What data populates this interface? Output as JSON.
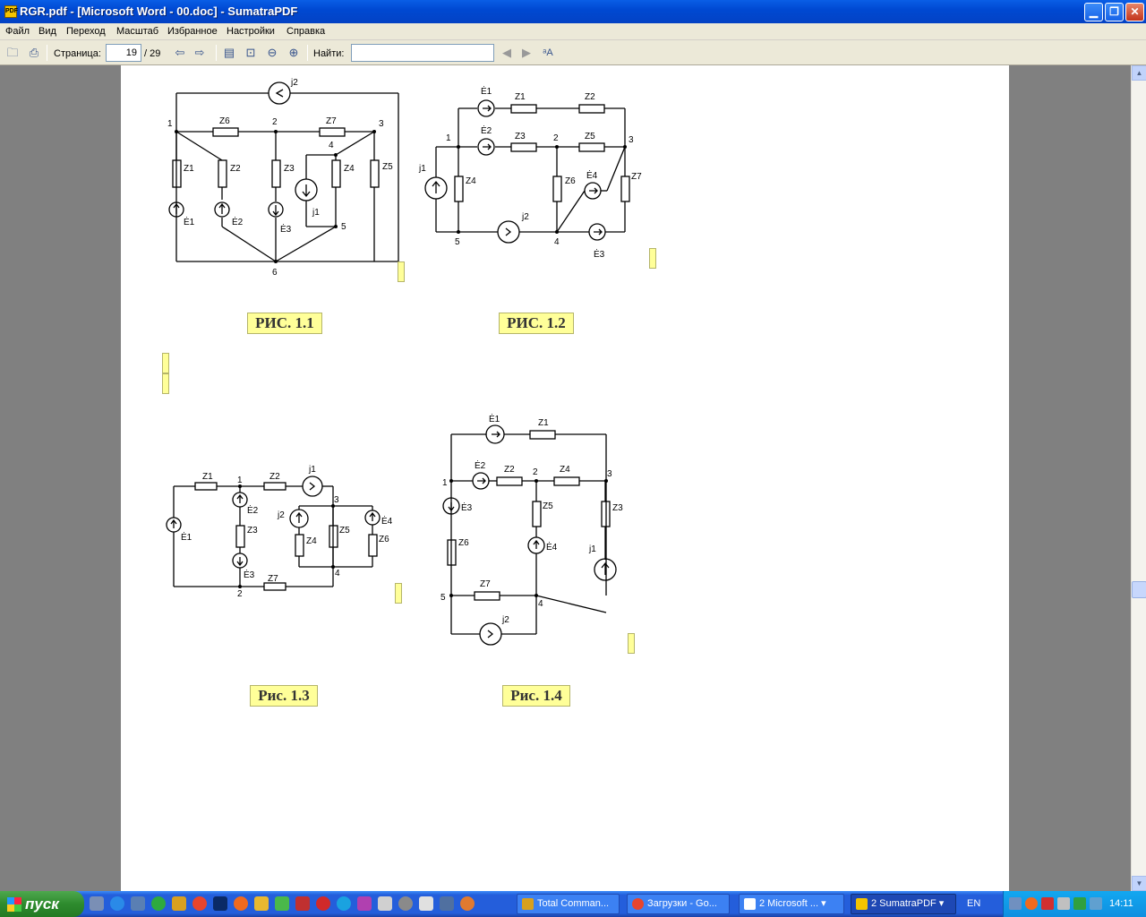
{
  "window": {
    "title": "RGR.pdf - [Microsoft Word - 00.doc] - SumatraPDF",
    "app_icon_text": "PDF"
  },
  "menu": [
    "Файл",
    "Вид",
    "Переход",
    "Масштаб",
    "Избранное",
    "Настройки",
    "Справка"
  ],
  "toolbar": {
    "page_label": "Страница:",
    "page_value": "19",
    "page_total": "/ 29",
    "find_label": "Найти:",
    "find_value": ""
  },
  "figures": {
    "captions": [
      "РИС. 1.1",
      "РИС. 1.2",
      "Рис. 1.3",
      "Рис. 1.4"
    ],
    "fig1": {
      "nodes": [
        "1",
        "2",
        "3",
        "4",
        "5",
        "6"
      ],
      "impedances": [
        "Z1",
        "Z2",
        "Z3",
        "Z4",
        "Z5",
        "Z6",
        "Z7"
      ],
      "sources_e": [
        "Ė1",
        "Ė2",
        "Ė3"
      ],
      "sources_j": [
        "j1",
        "j2"
      ]
    },
    "fig2": {
      "nodes": [
        "1",
        "2",
        "3",
        "4",
        "5"
      ],
      "impedances": [
        "Z1",
        "Z2",
        "Z3",
        "Z4",
        "Z5",
        "Z6",
        "Z7"
      ],
      "sources_e": [
        "Ė1",
        "Ė2",
        "Ė3",
        "Ė4"
      ],
      "sources_j": [
        "j1",
        "j2"
      ]
    },
    "fig3": {
      "nodes": [
        "1",
        "2",
        "3",
        "4"
      ],
      "impedances": [
        "Z1",
        "Z2",
        "Z3",
        "Z4",
        "Z5",
        "Z6",
        "Z7"
      ],
      "sources_e": [
        "Ė1",
        "Ė2",
        "Ė3",
        "Ė4"
      ],
      "sources_j": [
        "j1",
        "j2"
      ]
    },
    "fig4": {
      "nodes": [
        "1",
        "2",
        "3",
        "4",
        "5"
      ],
      "impedances": [
        "Z1",
        "Z2",
        "Z3",
        "Z4",
        "Z5",
        "Z6",
        "Z7"
      ],
      "sources_e": [
        "Ė1",
        "Ė2",
        "Ė3",
        "Ė4"
      ],
      "sources_j": [
        "j1",
        "j2"
      ]
    }
  },
  "taskbar": {
    "start": "пуск",
    "tasks": [
      "Total Comman...",
      "Загрузки - Go...",
      "2 Microsoft ...",
      "2 SumatraPDF"
    ],
    "language": "EN",
    "clock": "14:11"
  }
}
